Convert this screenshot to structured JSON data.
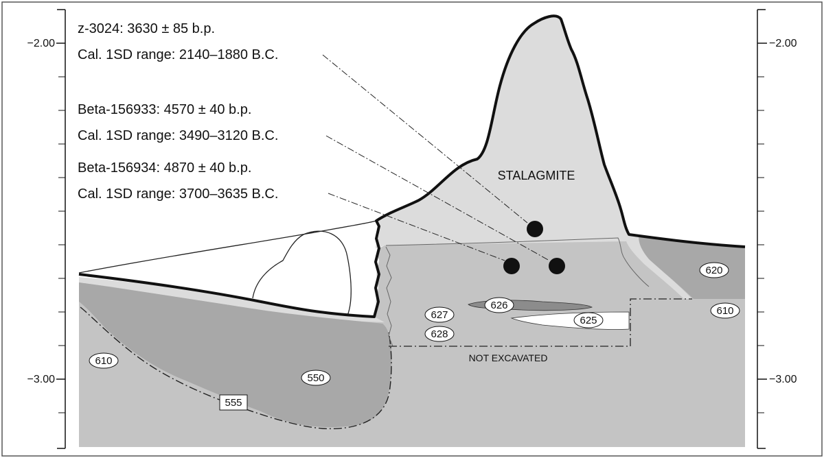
{
  "dates": [
    {
      "lab": "z-3024: 3630 ± 85 b.p.",
      "cal": "Cal. 1SD range: 2140–1880 B.C."
    },
    {
      "lab": "Beta-156933: 4570 ± 40 b.p.",
      "cal": "Cal. 1SD range: 3490–3120 B.C."
    },
    {
      "lab": "Beta-156934: 4870 ± 40 b.p.",
      "cal": "Cal. 1SD range: 3700–3635 B.C."
    }
  ],
  "scale": {
    "left_upper": "−2.00",
    "left_lower": "−3.00",
    "right_upper": "−2.00",
    "right_lower": "−3.00"
  },
  "features": {
    "stalagmite": "STALAGMITE",
    "not_excavated": "NOT EXCAVATED"
  },
  "layers": {
    "l620": "620",
    "l610_right": "610",
    "l610_left": "610",
    "l627": "627",
    "l628": "628",
    "l626": "626",
    "l625": "625",
    "l550": "550",
    "l555": "555"
  },
  "colors": {
    "light_fill": "#dcdcdc",
    "mid_fill": "#c4c4c4",
    "dark_fill": "#a8a8a8",
    "lens_626": "#8c8c8c",
    "line": "#111111"
  }
}
